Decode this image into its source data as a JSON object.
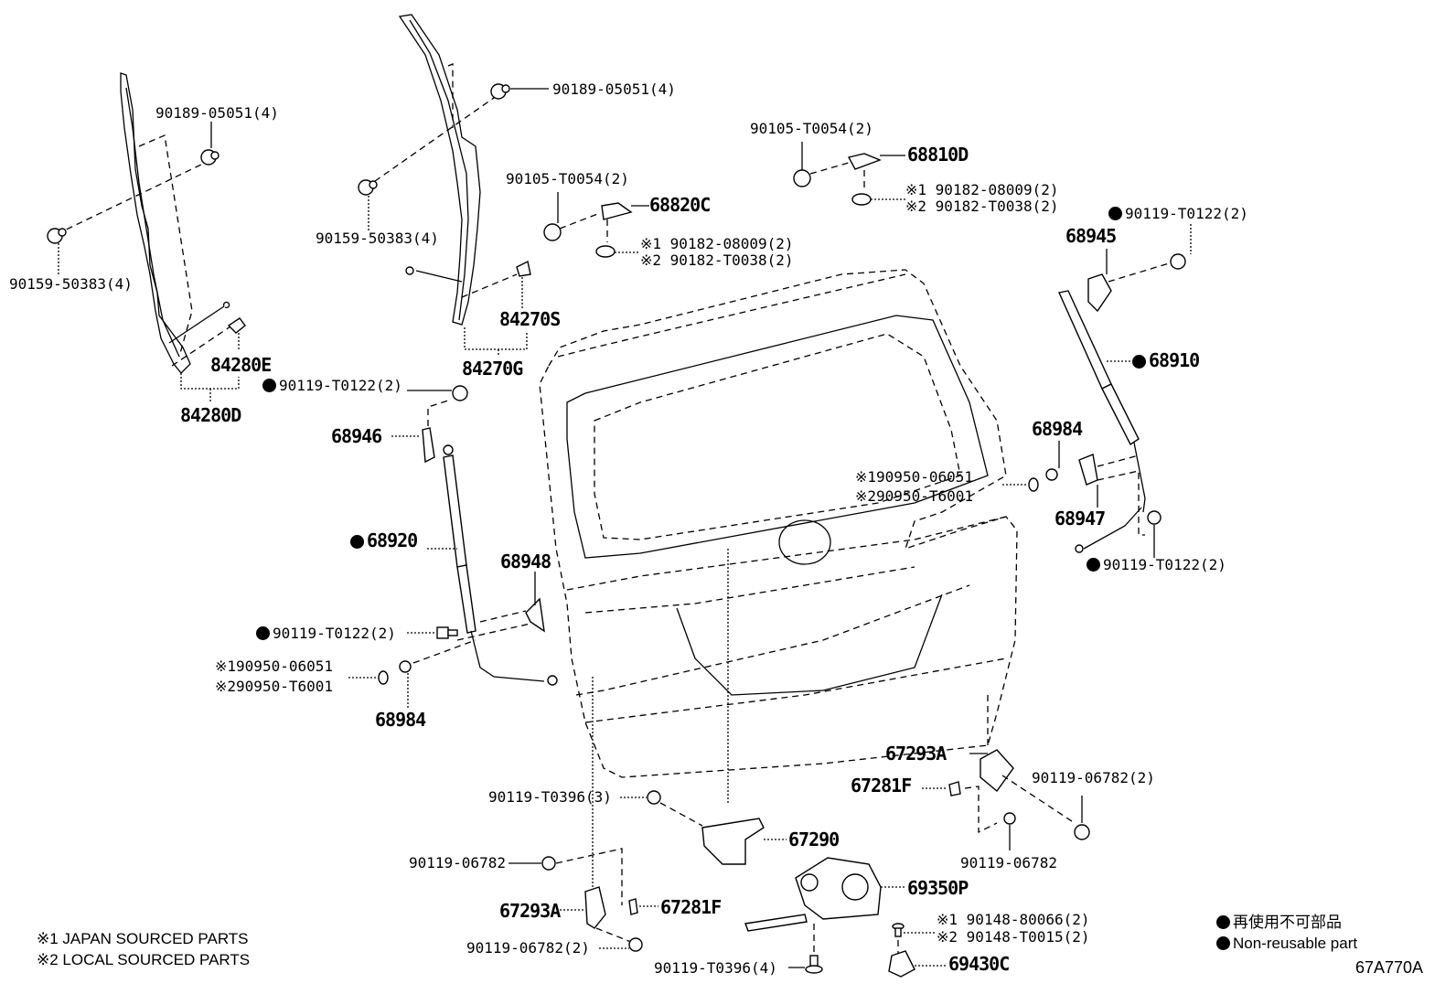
{
  "diagram": {
    "title_code": "67A770A",
    "subject": "Back door (tailgate) panel, stays, power back door unit and lock parts"
  },
  "labels": {
    "l_90189_left": "90189-05051(4)",
    "l_90159_left": "90159-50383(4)",
    "l_84280E": "84280E",
    "l_84280D": "84280D",
    "l_90189_mid": "90189-05051(4)",
    "l_90159_mid": "90159-50383(4)",
    "l_84270S": "84270S",
    "l_84270G": "84270G",
    "l_90105_a": "90105-T0054(2)",
    "l_68820C": "68820C",
    "l_90182_a1": "※1 90182-08009(2)",
    "l_90182_a2": "※2 90182-T0038(2)",
    "l_90105_b": "90105-T0054(2)",
    "l_68810D": "68810D",
    "l_90182_b1": "※1 90182-08009(2)",
    "l_90182_b2": "※2 90182-T0038(2)",
    "l_90119_T0122_tr": "90119-T0122(2)",
    "l_68945": "68945",
    "l_68910": "68910",
    "l_68984_r": "68984",
    "l_90950_r1": "※190950-06051",
    "l_90950_r2": "※290950-T6001",
    "l_68947": "68947",
    "l_90119_T0122_rb": "90119-T0122(2)",
    "l_90119_T0122_lt": "90119-T0122(2)",
    "l_68946": "68946",
    "l_68920": "68920",
    "l_68948": "68948",
    "l_90119_T0122_lb": "90119-T0122(2)",
    "l_90950_l1": "※190950-06051",
    "l_90950_l2": "※290950-T6001",
    "l_68984_l": "68984",
    "l_90119_T0396_3": "90119-T0396(3)",
    "l_67290": "67290",
    "l_90119_06782_l": "90119-06782",
    "l_67293A_l": "67293A",
    "l_67281F_l": "67281F",
    "l_90119_06782_2_l": "90119-06782(2)",
    "l_90119_T0396_4": "90119-T0396(4)",
    "l_69350P": "69350P",
    "l_90148_1": "※1  90148-80066(2)",
    "l_90148_2": "※2  90148-T0015(2)",
    "l_69430C": "69430C",
    "l_67293A_r": "67293A",
    "l_67281F_r": "67281F",
    "l_90119_06782_2_r": "90119-06782(2)",
    "l_90119_06782_r": "90119-06782"
  },
  "non_reusable": [
    "68910",
    "68920",
    "90119-T0122(2)"
  ],
  "footnotes": {
    "jp_sourced": "※1 JAPAN SOURCED PARTS",
    "local_sourced": "※2 LOCAL SOURCED PARTS"
  },
  "legend": {
    "jp_text": "再使用不可部品",
    "en_text": "Non-reusable part",
    "marker": "filled-circle"
  }
}
